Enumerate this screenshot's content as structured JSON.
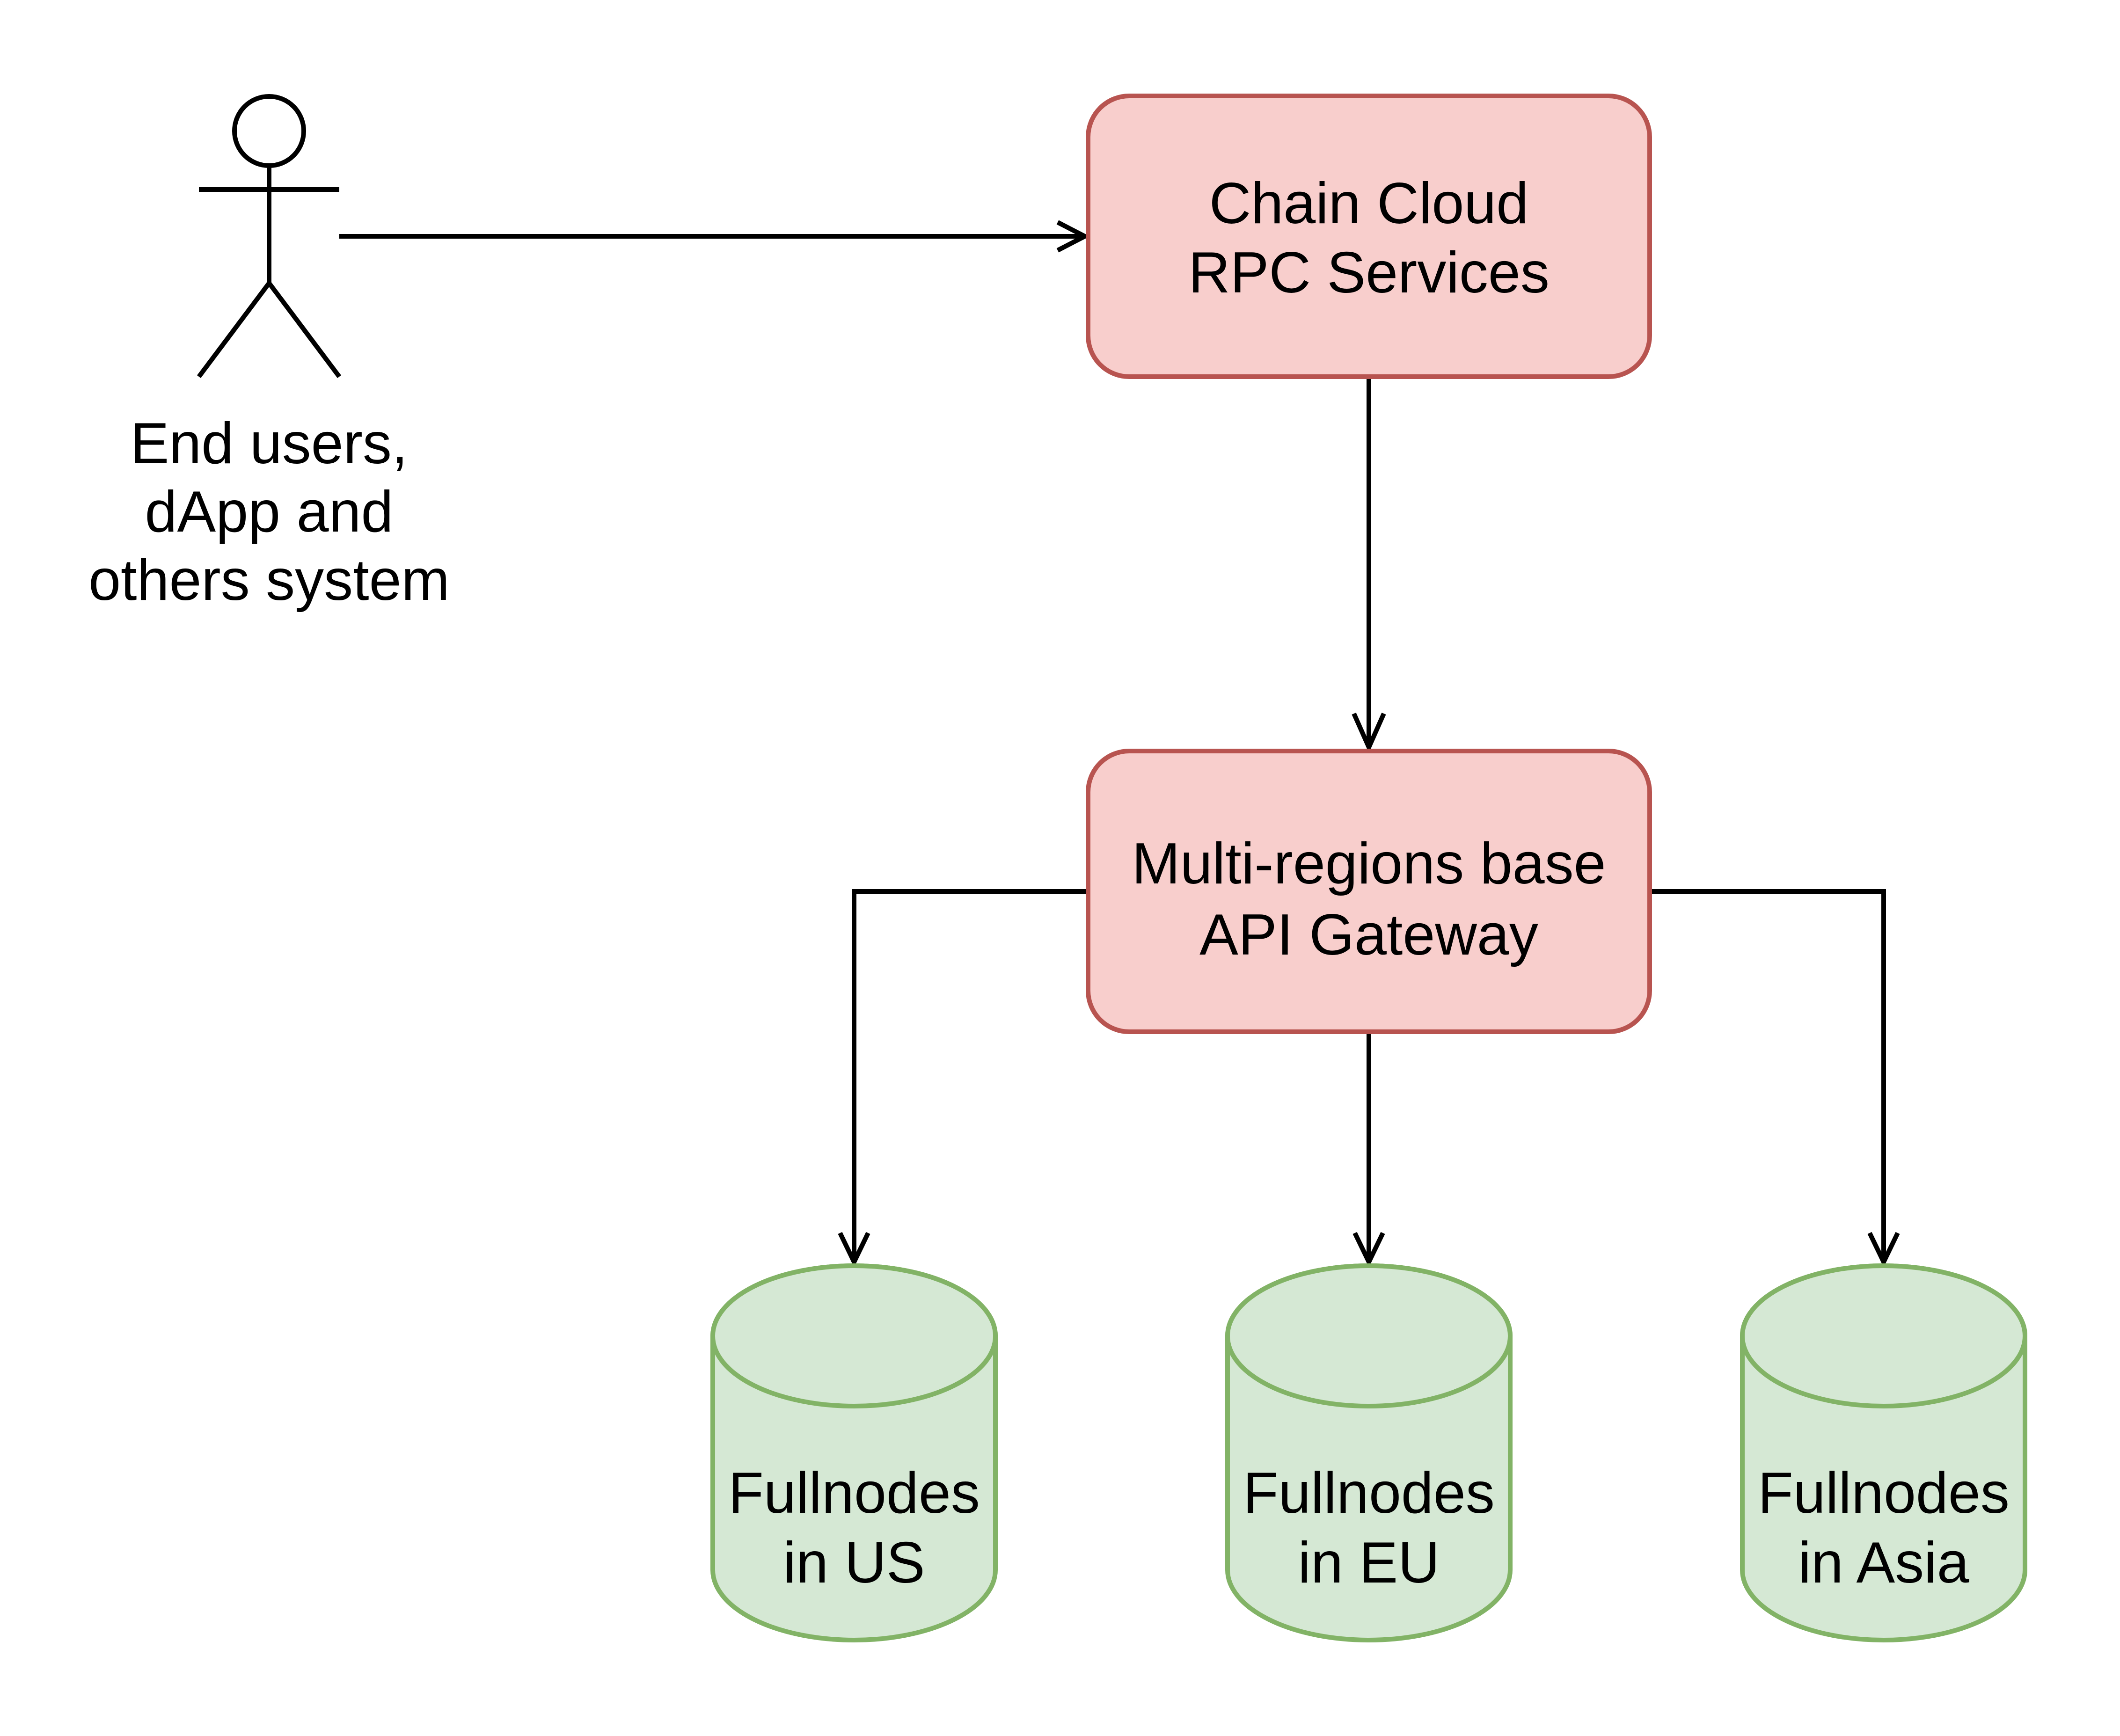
{
  "diagram": {
    "actor": {
      "label_lines": [
        "End users,",
        "dApp and",
        "others system"
      ],
      "icon": "stick-figure-actor"
    },
    "boxes": [
      {
        "id": "rpc-services",
        "label_lines": [
          "Chain Cloud",
          "RPC Services"
        ],
        "fill": "#f8cecc",
        "stroke": "#b85450"
      },
      {
        "id": "api-gateway",
        "label_lines": [
          "Multi-regions base",
          "API Gateway"
        ],
        "fill": "#f8cecc",
        "stroke": "#b85450"
      }
    ],
    "databases": [
      {
        "id": "fullnodes-us",
        "label_lines": [
          "Fullnodes",
          "in US"
        ],
        "fill": "#d5e8d4",
        "stroke": "#82b366"
      },
      {
        "id": "fullnodes-eu",
        "label_lines": [
          "Fullnodes",
          "in EU"
        ],
        "fill": "#d5e8d4",
        "stroke": "#82b366"
      },
      {
        "id": "fullnodes-asia",
        "label_lines": [
          "Fullnodes",
          "in Asia"
        ],
        "fill": "#d5e8d4",
        "stroke": "#82b366"
      }
    ],
    "edges": [
      {
        "from": "actor",
        "to": "rpc-services",
        "arrow": "open"
      },
      {
        "from": "rpc-services",
        "to": "api-gateway",
        "arrow": "open"
      },
      {
        "from": "api-gateway",
        "to": "fullnodes-us",
        "arrow": "open"
      },
      {
        "from": "api-gateway",
        "to": "fullnodes-eu",
        "arrow": "open"
      },
      {
        "from": "api-gateway",
        "to": "fullnodes-asia",
        "arrow": "open"
      }
    ],
    "edge_color": "#000000"
  }
}
